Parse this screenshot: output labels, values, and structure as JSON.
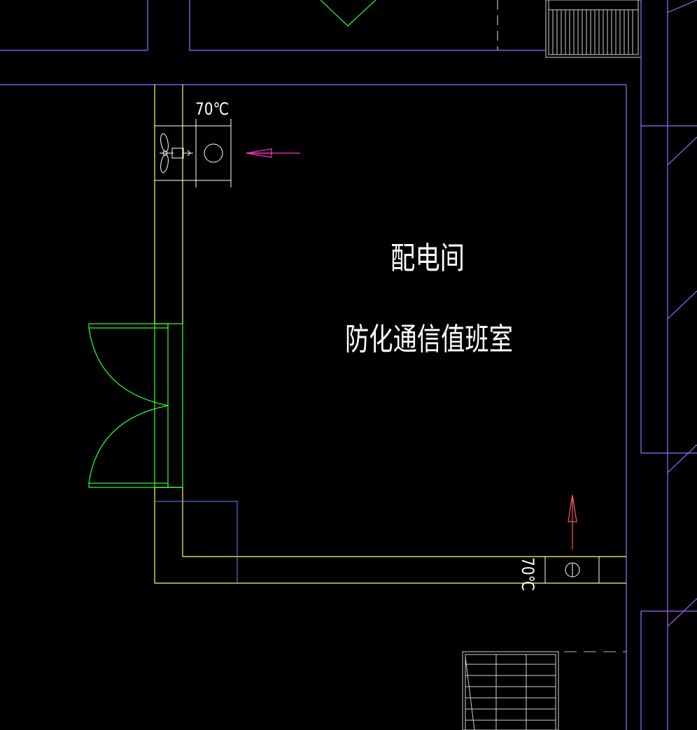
{
  "background_color": "#000000",
  "colors": {
    "wall_purple": "#9b6cff",
    "wall_yellow": "#ffff66",
    "door_green": "#33ff33",
    "stair_white": "#cfcfcf",
    "equipment_white": "#ffffff",
    "arrow_magenta": "#ff33cc",
    "arrow_red": "#ff5a5a",
    "outline_blue": "#5a8cff",
    "dashed_gray": "#bdbdbd",
    "text_white": "#ffffff"
  },
  "room": {
    "name_line1": "配电间",
    "name_line2": "防化通信值班室"
  },
  "equipment": [
    {
      "id": "fan-valve-top",
      "icon": "fan-icon",
      "temperature_label": "70℃"
    },
    {
      "id": "fire-damper-bottom",
      "icon": "damper-icon",
      "temperature_label": "70℃"
    }
  ],
  "airflow": [
    {
      "id": "airflow-arrow-left",
      "direction": "left",
      "color_key": "arrow_magenta"
    },
    {
      "id": "airflow-arrow-up",
      "direction": "up",
      "color_key": "arrow_red"
    }
  ],
  "doors": {
    "type": "double-swing",
    "color_key": "door_green"
  }
}
